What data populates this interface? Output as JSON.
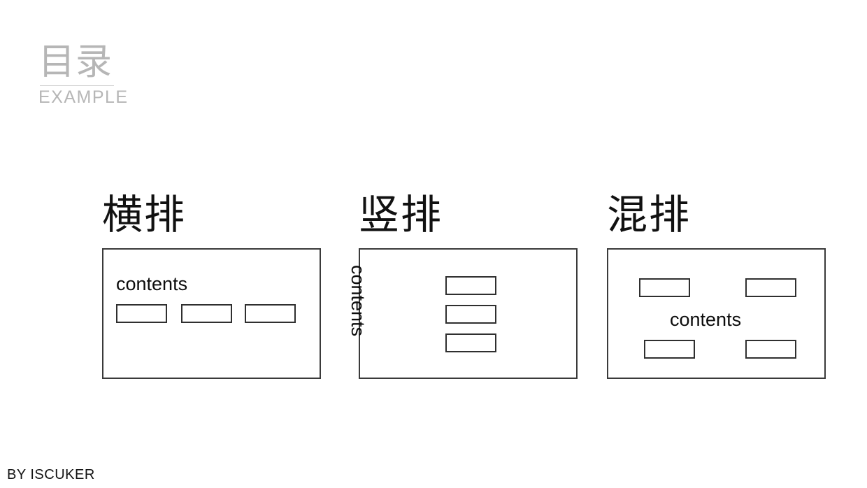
{
  "slide": {
    "background_color": "#ffffff",
    "header": {
      "title_cn": "目录",
      "title_en": "EXAMPLE",
      "color": "#b6b6b6",
      "rule_color": "#d2d2d2"
    },
    "panels": [
      {
        "id": "horizontal",
        "title": "横排",
        "label": "contents",
        "label_orientation": "horizontal",
        "cell_count": 3,
        "cells": [
          "",
          "",
          ""
        ],
        "border_color": "#3a3a3a"
      },
      {
        "id": "vertical",
        "title": "竖排",
        "label": "contents",
        "label_orientation": "vertical",
        "cell_count": 3,
        "cells": [
          "",
          "",
          ""
        ],
        "border_color": "#3a3a3a"
      },
      {
        "id": "mixed",
        "title": "混排",
        "label": "contents",
        "label_orientation": "horizontal",
        "cell_count": 4,
        "cells": [
          "",
          "",
          "",
          ""
        ],
        "border_color": "#3a3a3a"
      }
    ],
    "footer": {
      "credit": "BY ISCUKER",
      "color": "#141414"
    }
  }
}
